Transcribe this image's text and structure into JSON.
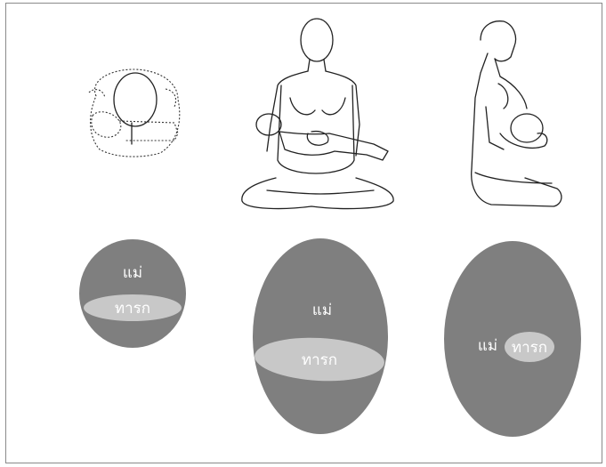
{
  "colors": {
    "mother": "#7f7f7f",
    "baby": "#c8c8c8",
    "text": "#ffffff",
    "frame": "#8a8a8a"
  },
  "panels": [
    {
      "mother_label": "แม่",
      "baby_label": "ทารก"
    },
    {
      "mother_label": "แม่",
      "baby_label": "ทารก"
    },
    {
      "mother_label": "แม่",
      "baby_label": "ทารก"
    }
  ]
}
